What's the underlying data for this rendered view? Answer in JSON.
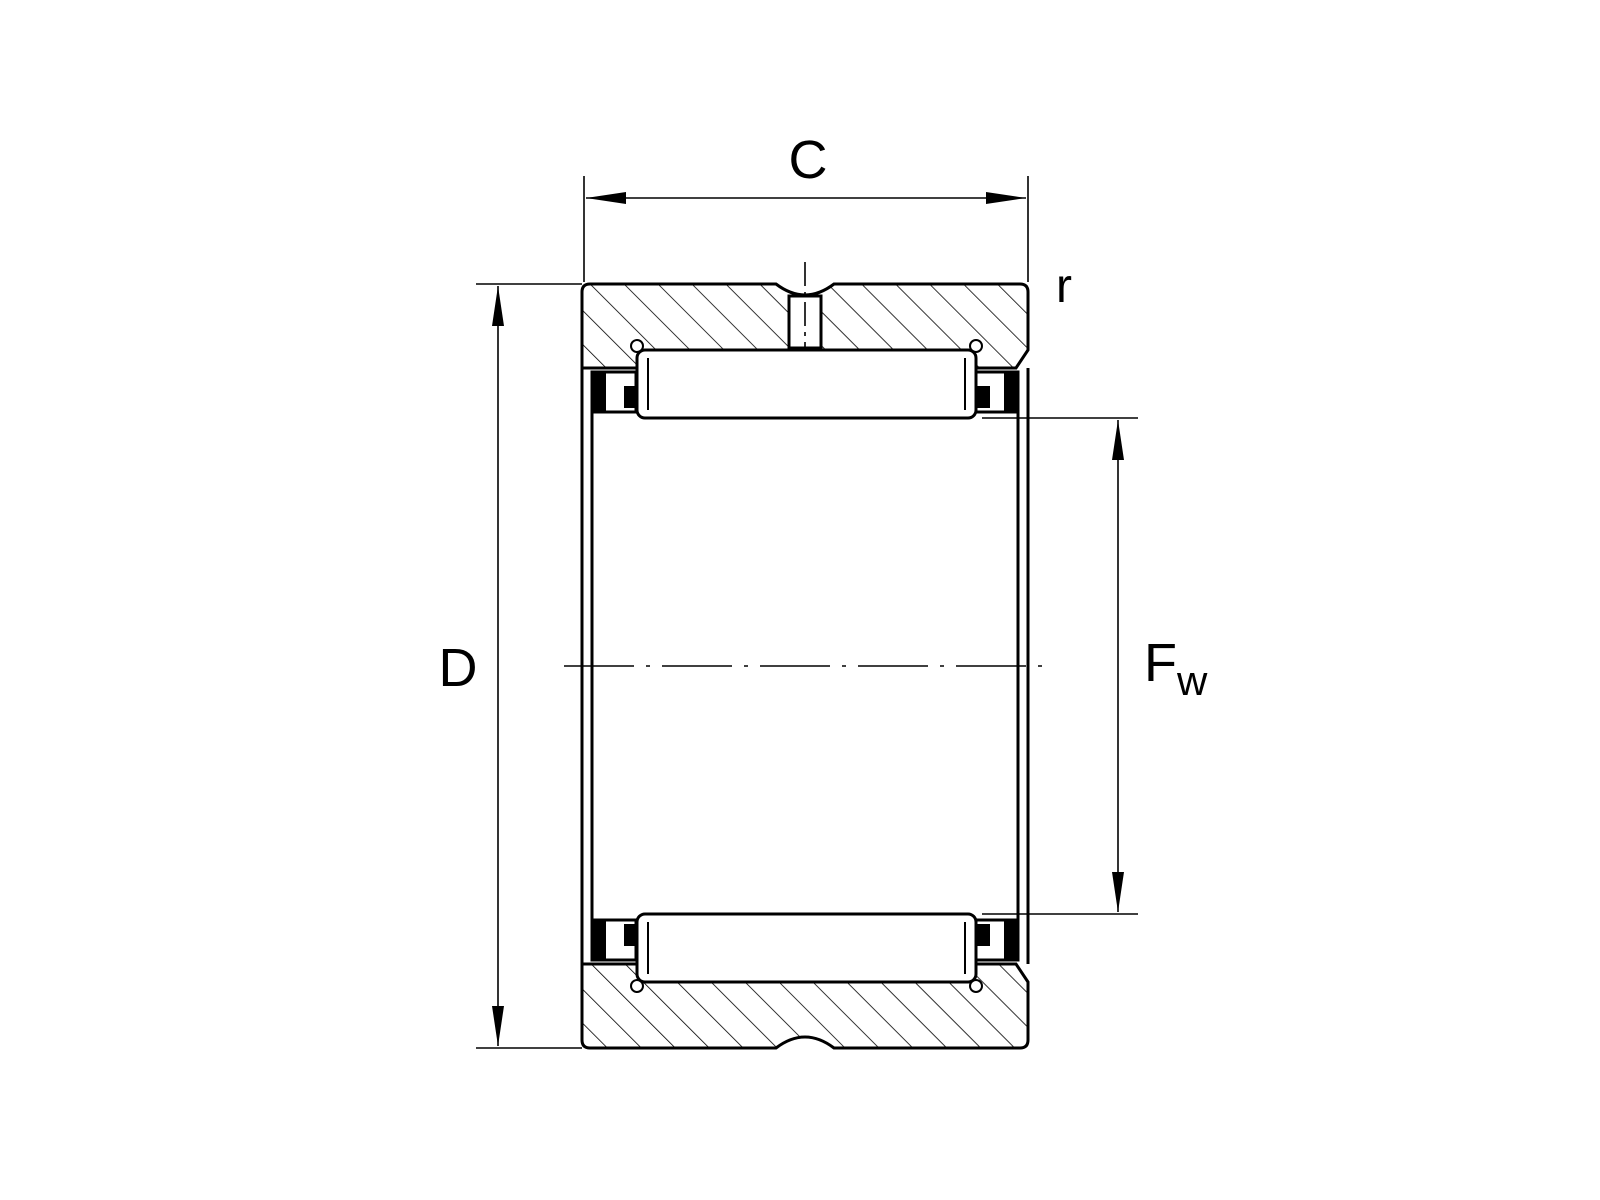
{
  "labels": {
    "width": "C",
    "outer_diameter": "D",
    "radius": "r",
    "bore_main": "F",
    "bore_sub": "w"
  },
  "colors": {
    "line": "#000000",
    "background": "#ffffff"
  }
}
